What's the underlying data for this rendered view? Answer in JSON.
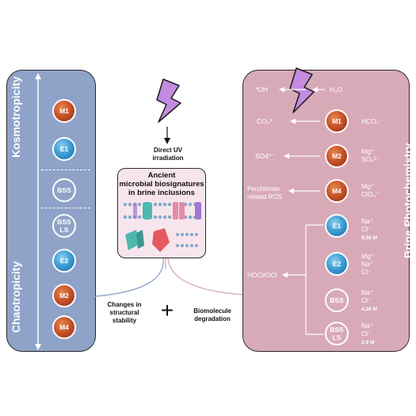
{
  "left_panel": {
    "top_label": "Kosmotropicity",
    "bottom_label": "Chaotropicity",
    "items": [
      {
        "id": "M1",
        "kind": "mars",
        "label": "M1"
      },
      {
        "id": "E1",
        "kind": "earth",
        "label": "E1"
      },
      {
        "id": "BSS",
        "kind": "outline",
        "label": "BSS"
      },
      {
        "id": "BSS LS",
        "kind": "outline",
        "label": "BSS\nLS"
      },
      {
        "id": "E2",
        "kind": "earth",
        "label": "E2"
      },
      {
        "id": "M2",
        "kind": "mars",
        "label": "M2"
      },
      {
        "id": "M4",
        "kind": "mars",
        "label": "M4"
      }
    ]
  },
  "center": {
    "uv_label": "Direct UV\nirradiation",
    "box_title": "Ancient\nmicrobial biosignatures\nin brine inclusions",
    "left_caption": "Changes in\nstructural\nstability",
    "plus": "+",
    "right_caption": "Biomolecule\ndegradation"
  },
  "right_panel": {
    "side_label": "Brine Photochemistry",
    "top_row": {
      "radical": "*OH",
      "reactant": "H₂O"
    },
    "rows": [
      {
        "planet": "M1",
        "kind": "mars",
        "product": "CO₃*⁻",
        "ions": "HCO₃⁻"
      },
      {
        "planet": "M2",
        "kind": "mars",
        "product": "SO4*⁻",
        "ions": "Mg⁺\nSO₄²⁻"
      },
      {
        "planet": "M4",
        "kind": "mars",
        "product": "Perchlorate\nrelated ROS",
        "ions": "Mg⁺\nClO₄⁻"
      }
    ],
    "hocl_label": "HOCl/OCl",
    "bracket_rows": [
      {
        "planet": "E1",
        "kind": "earth",
        "ions": "Na⁺\nCl⁻",
        "conc": "5.56 M"
      },
      {
        "planet": "E2",
        "kind": "earth",
        "ions": "Mg⁺\nNa⁺\nCl⁻",
        "conc": ""
      },
      {
        "planet": "BSS",
        "kind": "outline",
        "ions": "Na⁺\nCl⁻",
        "conc": "4.26 M"
      },
      {
        "planet": "BSS\nLS",
        "kind": "outline",
        "ions": "Na⁺\nCl⁻",
        "conc": "2.9 M"
      }
    ]
  },
  "colors": {
    "left_panel": "#8fa3c9",
    "right_panel": "#d8aab8",
    "bolt": "#c48be0",
    "center_box": "#f7e5ee",
    "membrane_blue": "#86a9c9",
    "membrane_pink": "#e58aa6",
    "protein_teal": "#4fb8ae",
    "protein_red": "#e45a5f",
    "protein_purple": "#a078d0"
  }
}
